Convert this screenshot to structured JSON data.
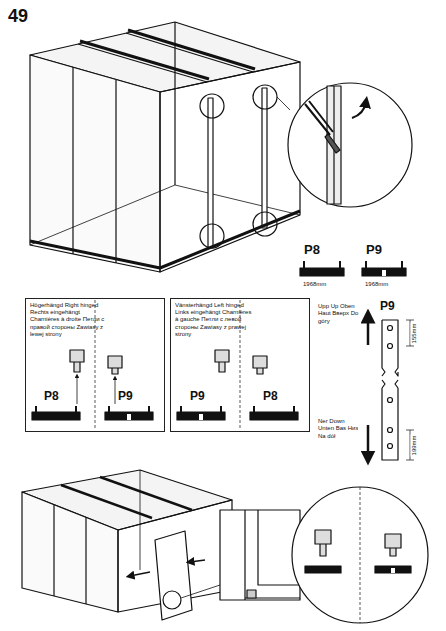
{
  "diagram": {
    "title": "49",
    "nodes": [
      {
        "text": [
          "Högerhängd Right hinged Rechts eingehängt Charnières à droite Петли с правой стороны Zawiasy z lewej strony"
        ]
      },
      {
        "text": [
          "Vänsterhängd Left hinged Links eingehängt Charnières à gauche Петли с левой стороны Zawiasy z prawej strony"
        ]
      }
    ],
    "labels": [
      "P8",
      "P9",
      "1968mm",
      "1968mm",
      "P8",
      "P9",
      "P9",
      "P8",
      "Upp Up Oben Haut Вверх Do góry",
      "P9",
      "155mm",
      "Ner Down Unten Bas Низ Na dół",
      "199mm"
    ]
  }
}
